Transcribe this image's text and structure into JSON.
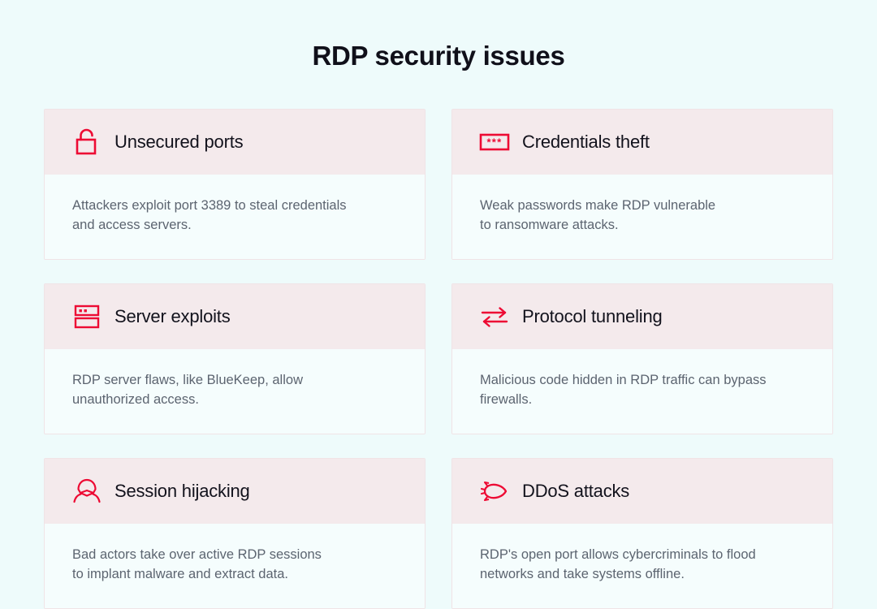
{
  "page": {
    "title": "RDP security issues",
    "background_color": "#eefbfb",
    "accent_color": "#ed0b34",
    "card_header_color": "#f4eaec",
    "card_body_color": "#f5fdfd",
    "title_color": "#10101a",
    "body_text_color": "#5c6470"
  },
  "cards": [
    {
      "icon": "open-padlock-icon",
      "title": "Unsecured ports",
      "text": "Attackers exploit port 3389 to steal credentials\nand access servers."
    },
    {
      "icon": "password-asterisks-icon",
      "title": "Credentials theft",
      "text": "Weak passwords make RDP vulnerable\nto ransomware attacks."
    },
    {
      "icon": "server-rack-icon",
      "title": "Server exploits",
      "text": "RDP server flaws, like BlueKeep, allow\nunauthorized access."
    },
    {
      "icon": "two-way-arrows-icon",
      "title": "Protocol tunneling",
      "text": "Malicious code hidden in RDP traffic can bypass\nfirewalls."
    },
    {
      "icon": "hooded-hacker-icon",
      "title": "Session hijacking",
      "text": "Bad actors take over active RDP sessions\nto implant malware and extract data."
    },
    {
      "icon": "bug-icon",
      "title": "DDoS attacks",
      "text": "RDP's open port allows cybercriminals to flood\nnetworks and take systems offline."
    }
  ]
}
